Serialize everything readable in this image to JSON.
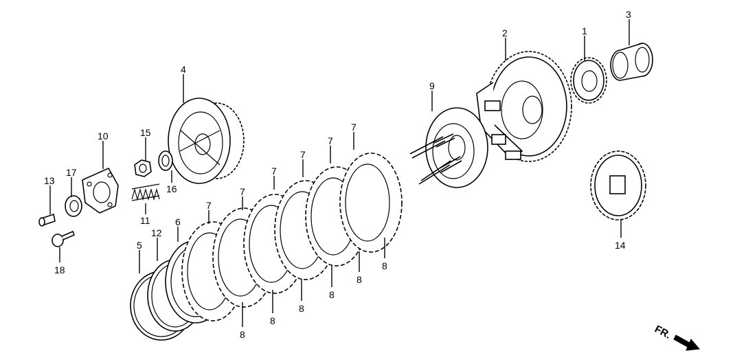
{
  "diagram": {
    "callouts": {
      "c1": "1",
      "c2": "2",
      "c3": "3",
      "c4": "4",
      "c5": "5",
      "c6": "6",
      "c7a": "7",
      "c7b": "7",
      "c7c": "7",
      "c7d": "7",
      "c7e": "7",
      "c7f": "7",
      "c8a": "8",
      "c8b": "8",
      "c8c": "8",
      "c8d": "8",
      "c8e": "8",
      "c8f": "8",
      "c9": "9",
      "c10": "10",
      "c11": "11",
      "c12": "12",
      "c13": "13",
      "c14": "14",
      "c15": "15",
      "c16": "16",
      "c17": "17",
      "c18": "18"
    },
    "front_indicator": "FR."
  }
}
